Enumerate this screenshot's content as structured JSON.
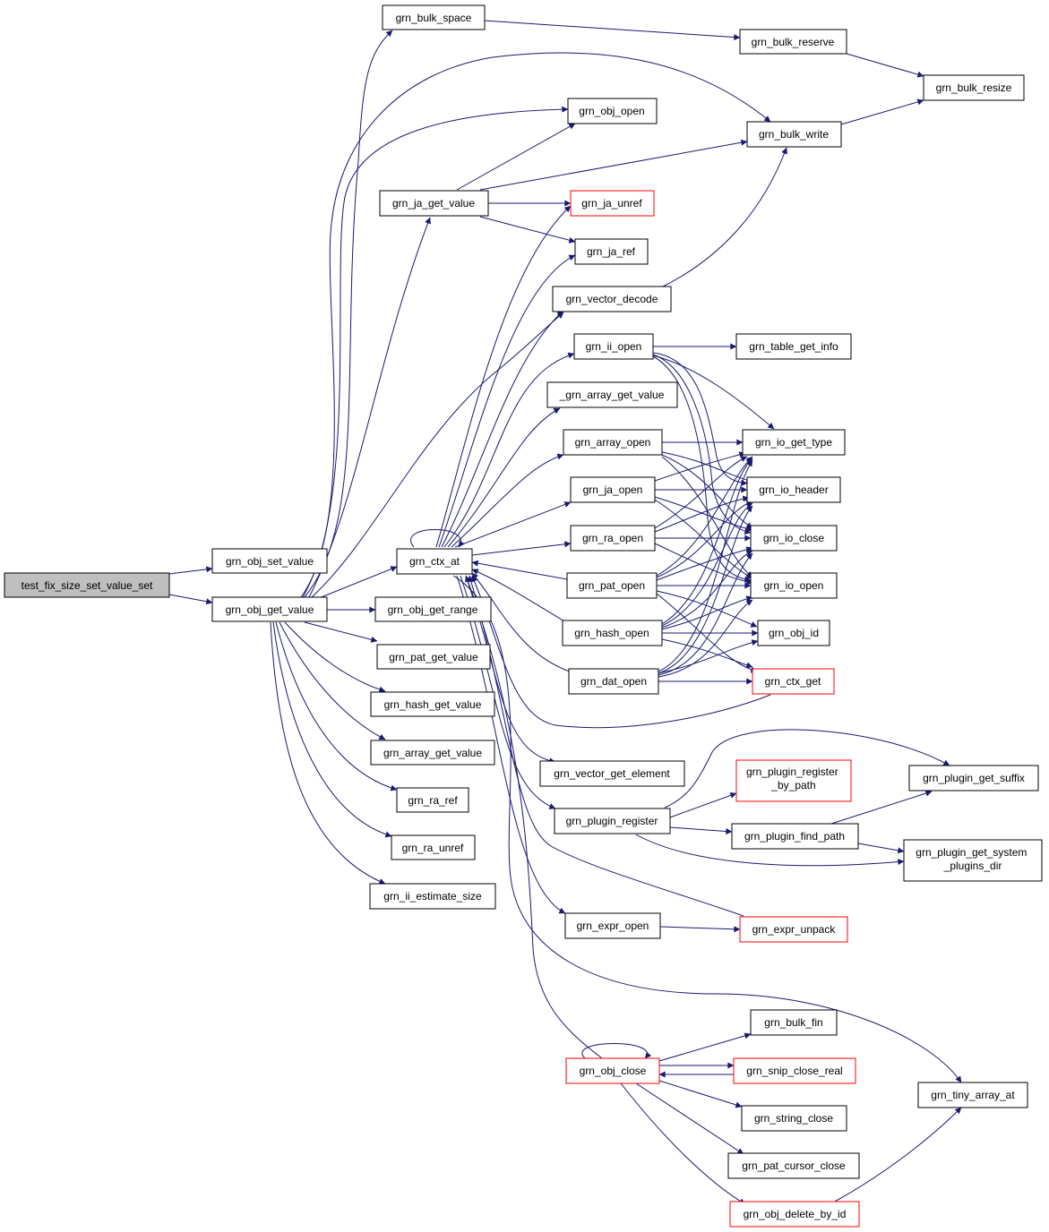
{
  "colors": {
    "edge": "#191970",
    "node_border": "#000000",
    "node_border_undocumented": "#ff0000",
    "root_fill": "#bfbfbf",
    "node_fill": "#ffffff"
  },
  "nodes": {
    "root": {
      "label": "test_fix_size_set_value_set"
    },
    "obj_set_value": {
      "label": "grn_obj_set_value"
    },
    "obj_get_value": {
      "label": "grn_obj_get_value"
    },
    "bulk_space": {
      "label": "grn_bulk_space"
    },
    "bulk_reserve": {
      "label": "grn_bulk_reserve"
    },
    "bulk_resize": {
      "label": "grn_bulk_resize"
    },
    "obj_open": {
      "label": "grn_obj_open"
    },
    "bulk_write": {
      "label": "grn_bulk_write"
    },
    "ja_get_value": {
      "label": "grn_ja_get_value"
    },
    "ja_unref": {
      "label": "grn_ja_unref"
    },
    "ja_ref": {
      "label": "grn_ja_ref"
    },
    "vector_decode": {
      "label": "grn_vector_decode"
    },
    "ii_open": {
      "label": "grn_ii_open"
    },
    "table_get_info": {
      "label": "grn_table_get_info"
    },
    "array_get_value_internal": {
      "label": "_grn_array_get_value"
    },
    "array_open": {
      "label": "grn_array_open"
    },
    "io_get_type": {
      "label": "grn_io_get_type"
    },
    "ja_open": {
      "label": "grn_ja_open"
    },
    "io_header": {
      "label": "grn_io_header"
    },
    "ctx_at": {
      "label": "grn_ctx_at"
    },
    "ra_open": {
      "label": "grn_ra_open"
    },
    "io_close": {
      "label": "grn_io_close"
    },
    "pat_open": {
      "label": "grn_pat_open"
    },
    "io_open": {
      "label": "grn_io_open"
    },
    "obj_get_range": {
      "label": "grn_obj_get_range"
    },
    "hash_open": {
      "label": "grn_hash_open"
    },
    "obj_id": {
      "label": "grn_obj_id"
    },
    "pat_get_value": {
      "label": "grn_pat_get_value"
    },
    "dat_open": {
      "label": "grn_dat_open"
    },
    "ctx_get": {
      "label": "grn_ctx_get"
    },
    "hash_get_value": {
      "label": "grn_hash_get_value"
    },
    "array_get_value": {
      "label": "grn_array_get_value"
    },
    "vector_get_element": {
      "label": "grn_vector_get_element"
    },
    "plugin_register_by_path": {
      "label": "grn_plugin_register\n_by_path"
    },
    "plugin_get_suffix": {
      "label": "grn_plugin_get_suffix"
    },
    "ra_ref": {
      "label": "grn_ra_ref"
    },
    "plugin_register": {
      "label": "grn_plugin_register"
    },
    "plugin_find_path": {
      "label": "grn_plugin_find_path"
    },
    "plugin_get_system_plugins_dir": {
      "label": "grn_plugin_get_system\n_plugins_dir"
    },
    "ra_unref": {
      "label": "grn_ra_unref"
    },
    "ii_estimate_size": {
      "label": "grn_ii_estimate_size"
    },
    "expr_open": {
      "label": "grn_expr_open"
    },
    "expr_unpack": {
      "label": "grn_expr_unpack"
    },
    "bulk_fin": {
      "label": "grn_bulk_fin"
    },
    "obj_close": {
      "label": "grn_obj_close"
    },
    "snip_close_real": {
      "label": "grn_snip_close_real"
    },
    "tiny_array_at": {
      "label": "grn_tiny_array_at"
    },
    "string_close": {
      "label": "grn_string_close"
    },
    "pat_cursor_close": {
      "label": "grn_pat_cursor_close"
    },
    "obj_delete_by_id": {
      "label": "grn_obj_delete_by_id"
    }
  }
}
